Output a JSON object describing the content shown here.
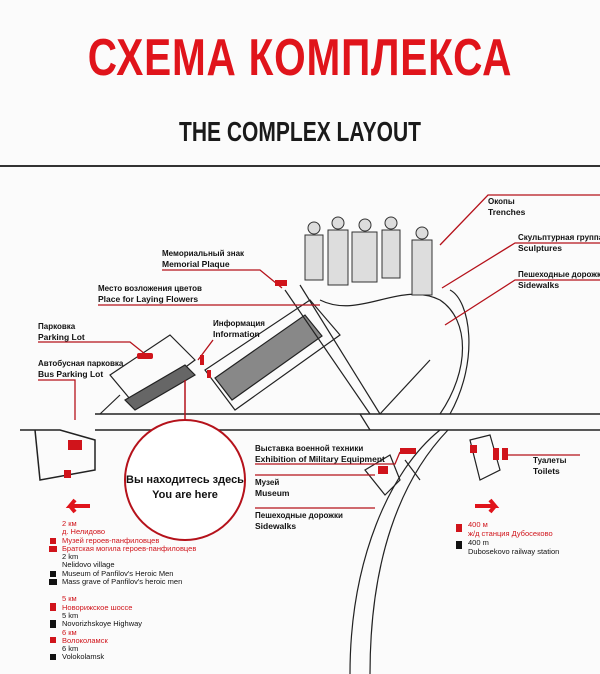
{
  "header": {
    "title": "СХЕМА КОМПЛЕКСА",
    "subtitle": "THE COMPLEX LAYOUT"
  },
  "labels": {
    "trenches": {
      "ru": "Окопы",
      "en": "Trenches"
    },
    "sculptures": {
      "ru": "Скульптурная группа",
      "en": "Sculptures"
    },
    "sidewalks_top": {
      "ru": "Пешеходные дорожки",
      "en": "Sidewalks"
    },
    "memorial_plaque": {
      "ru": "Мемориальный знак",
      "en": "Memorial Plaque"
    },
    "flowers": {
      "ru": "Место возложения цветов",
      "en": "Place for Laying Flowers"
    },
    "parking": {
      "ru": "Парковка",
      "en": "Parking Lot"
    },
    "bus_parking": {
      "ru": "Автобусная парковка",
      "en": "Bus Parking Lot"
    },
    "information": {
      "ru": "Информация",
      "en": "Information"
    },
    "exhibition": {
      "ru": "Выставка военной техники",
      "en": "Exhibition of Military Equipment"
    },
    "museum": {
      "ru": "Музей",
      "en": "Museum"
    },
    "sidewalks_bottom": {
      "ru": "Пешеходные дорожки",
      "en": "Sidewalks"
    },
    "toilets": {
      "ru": "Туалеты",
      "en": "Toilets"
    }
  },
  "you_are_here": {
    "ru": "Вы находитесь здесь",
    "en": "You are here"
  },
  "legend_left": [
    {
      "text": "2 км",
      "color": "red"
    },
    {
      "text": "д. Нелидово",
      "color": "red"
    },
    {
      "text": "Музей героев-панфиловцев",
      "color": "red"
    },
    {
      "text": "Братская могила героев-панфиловцев",
      "color": "red"
    },
    {
      "text": "2 km",
      "color": "black"
    },
    {
      "text": "Nelidovo village",
      "color": "black"
    },
    {
      "text": "Museum of Panfilov's Heroic Men",
      "color": "black"
    },
    {
      "text": "Mass grave of Panfilov's heroic men",
      "color": "black"
    },
    {
      "text": "5 км",
      "color": "red"
    },
    {
      "text": "Новорижское шоссе",
      "color": "red"
    },
    {
      "text": "5 km",
      "color": "black"
    },
    {
      "text": "Novorizhskoye Highway",
      "color": "black"
    },
    {
      "text": "6 км",
      "color": "red"
    },
    {
      "text": "Волоколамск",
      "color": "red"
    },
    {
      "text": "6 km",
      "color": "black"
    },
    {
      "text": "Volokolamsk",
      "color": "black"
    }
  ],
  "legend_right": [
    {
      "text": "400 м",
      "color": "red"
    },
    {
      "text": "ж/д станция Дубосеково",
      "color": "red"
    },
    {
      "text": "400 m",
      "color": "black"
    },
    {
      "text": "Dubosekovo railway station",
      "color": "black"
    }
  ],
  "colors": {
    "accent": "#e0141b",
    "ink": "#111111"
  }
}
